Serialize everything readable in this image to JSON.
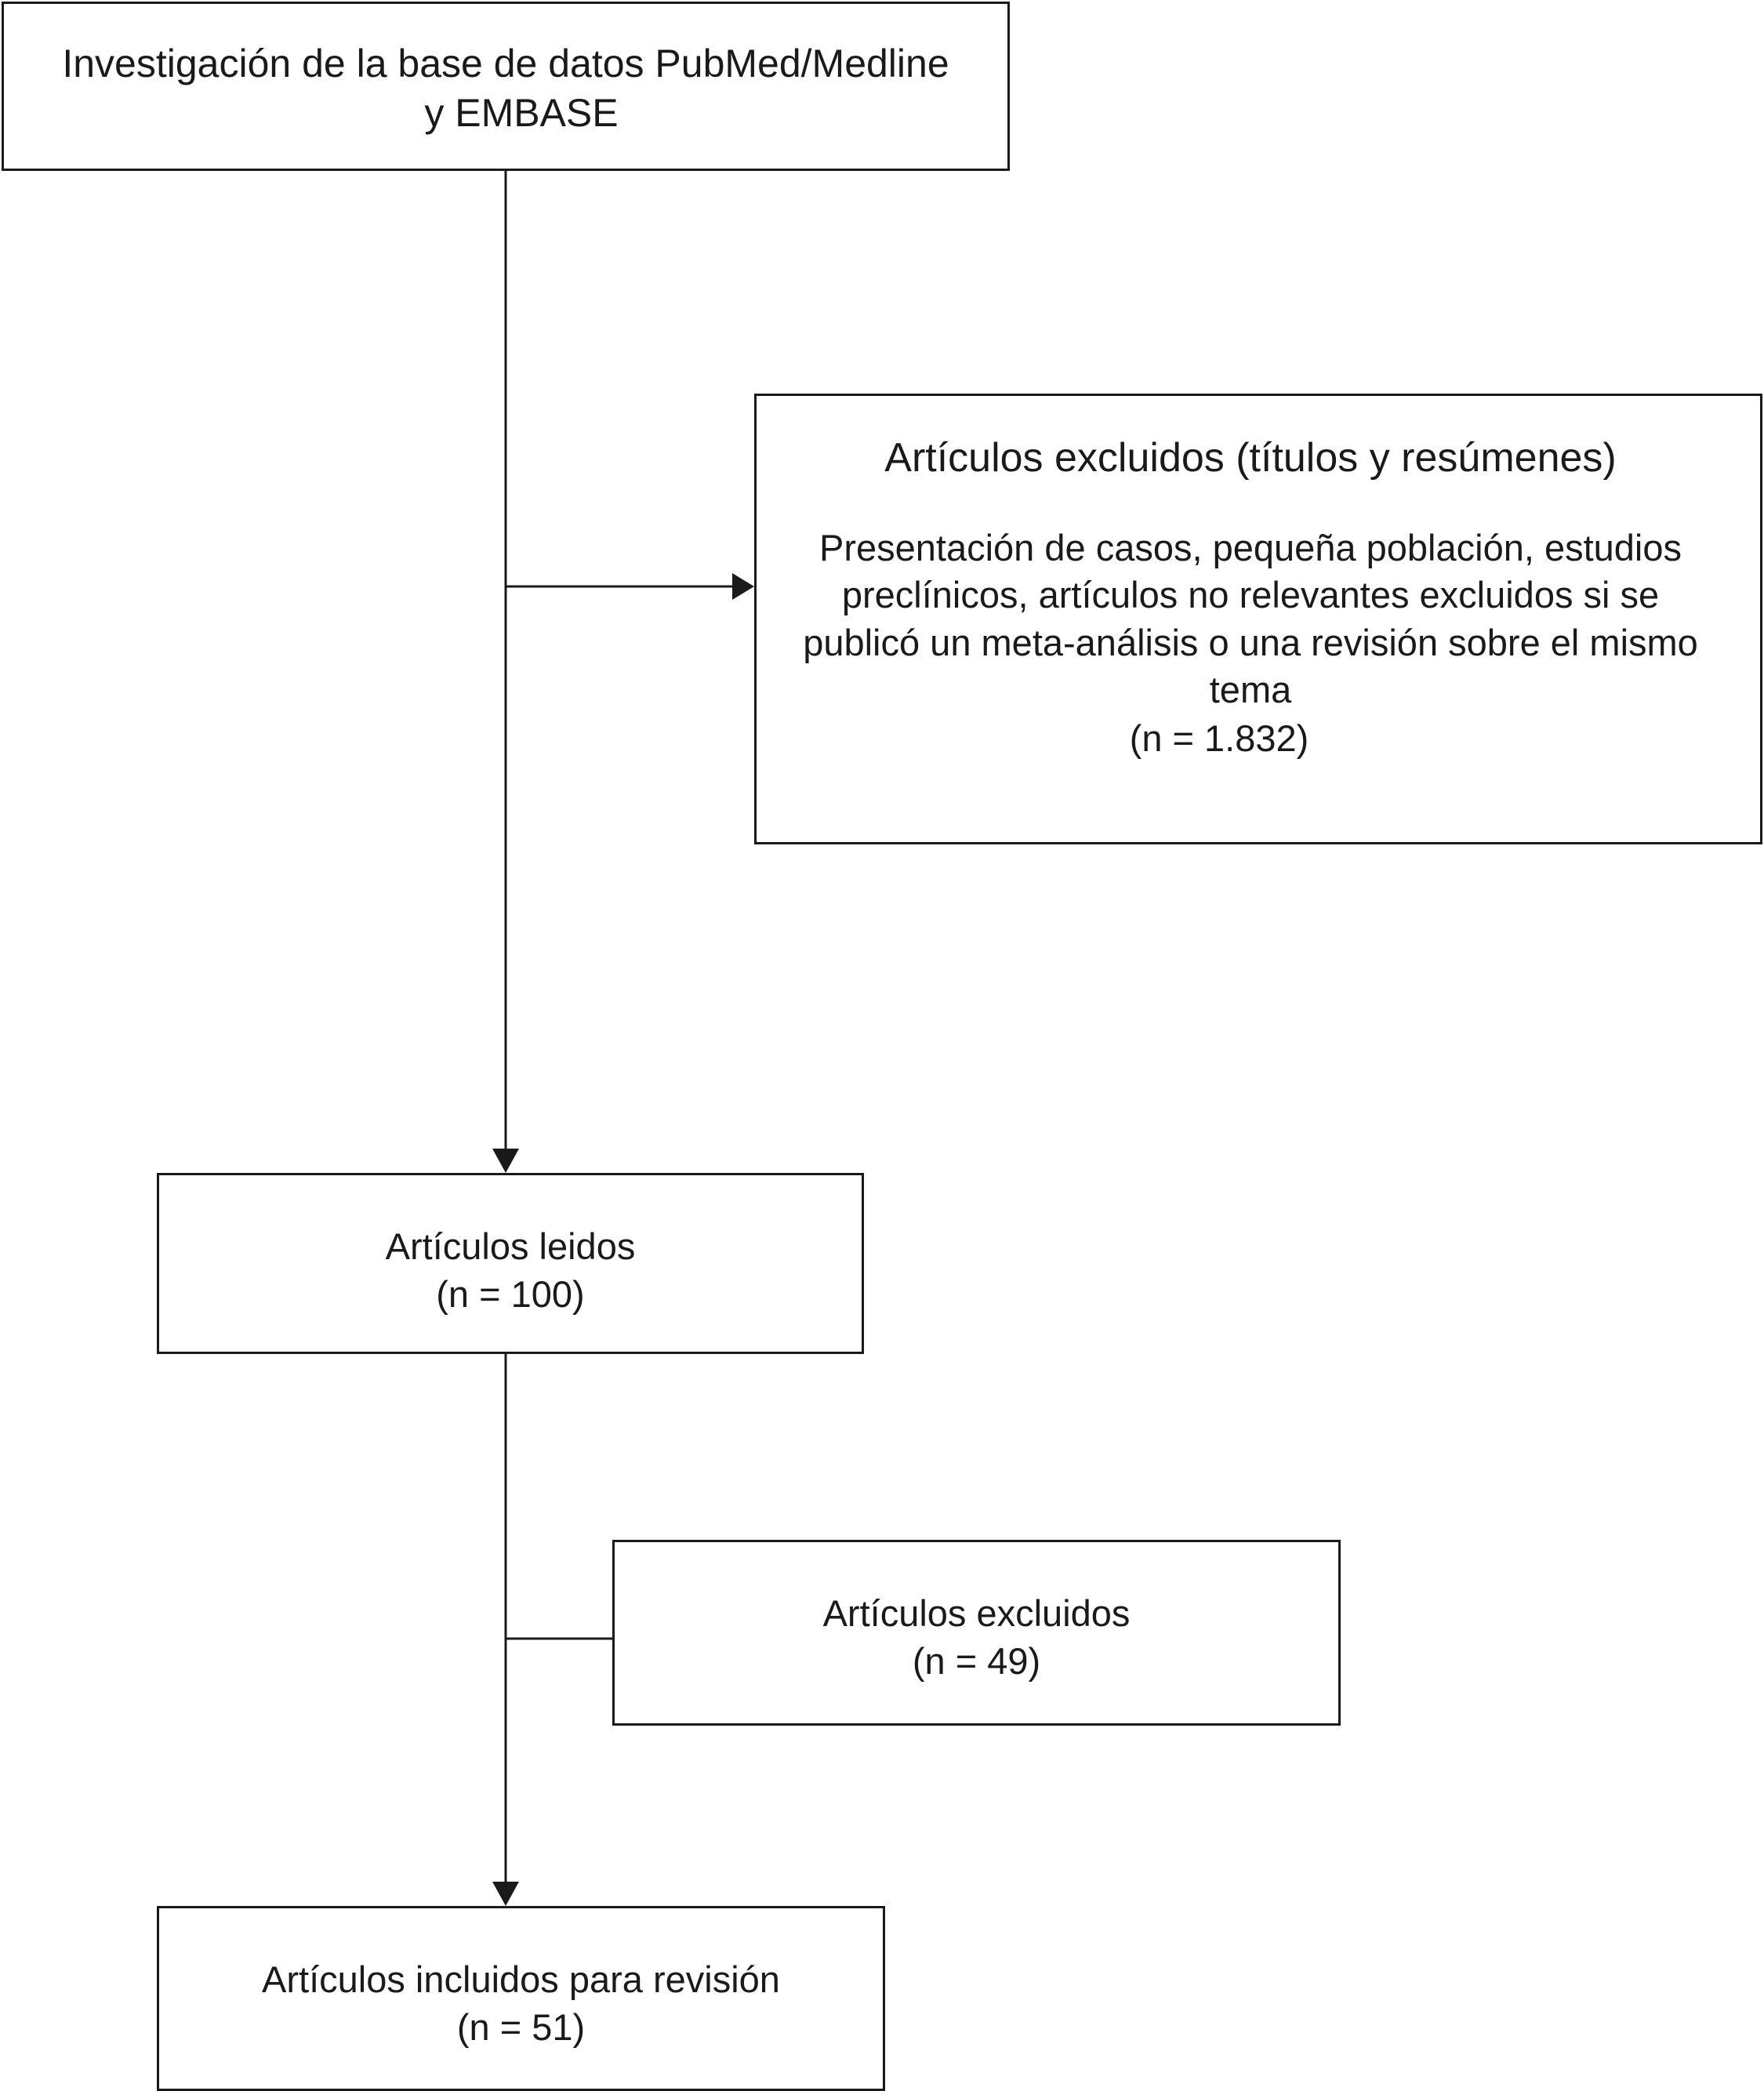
{
  "diagram": {
    "nodes": {
      "search": {
        "line1": "Investigación de la base de datos PubMed/Medline",
        "line2": "y EMBASE"
      },
      "excluded_titles": {
        "heading": "Artículos excluidos (títulos y resúmenes)",
        "detail": "Presentación de casos, pequeña población, estudios preclínicos, artículos no relevantes excluidos si se publicó un meta-análisis o una revisión sobre el mismo tema",
        "count": "(n = 1.832)"
      },
      "read": {
        "label": "Artículos leidos",
        "count": "(n = 100)"
      },
      "excluded": {
        "label": "Artículos excluidos",
        "count": "(n = 49)"
      },
      "included": {
        "label": "Artículos incluidos para revisión",
        "count": "(n = 51)"
      }
    },
    "edges": [
      {
        "from": "search",
        "to": "excluded_titles",
        "arrow": true
      },
      {
        "from": "search",
        "to": "read",
        "arrow": true
      },
      {
        "from": "read",
        "to": "excluded",
        "arrow": false
      },
      {
        "from": "read",
        "to": "included",
        "arrow": true
      }
    ]
  }
}
